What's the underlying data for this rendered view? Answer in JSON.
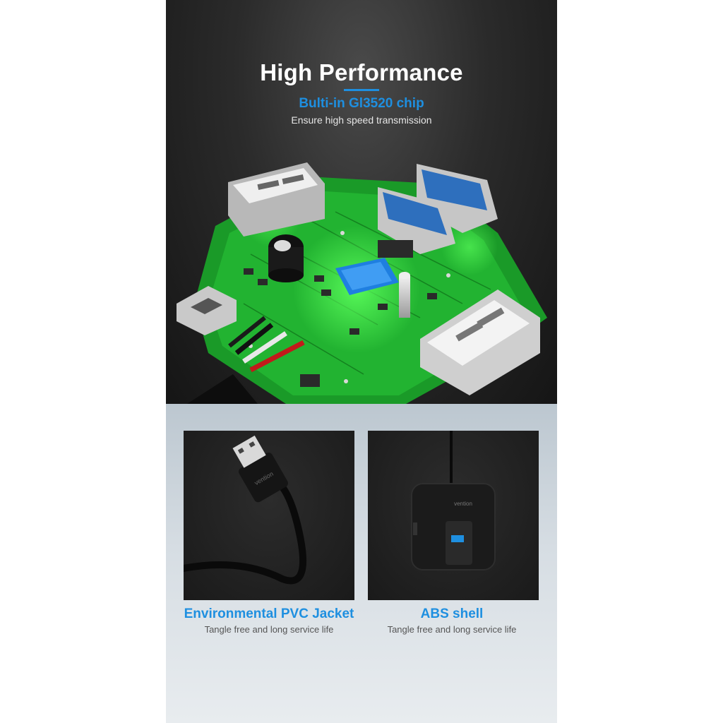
{
  "hero": {
    "title": "High Performance",
    "subtitle": "Bulti-in Gl3520 chip",
    "description": "Ensure high speed transmission"
  },
  "features": [
    {
      "title": "Environmental PVC Jacket",
      "description": "Tangle free and long service life"
    },
    {
      "title": "ABS shell",
      "description": "Tangle free and long service life"
    }
  ],
  "brand_mark": "vention",
  "colors": {
    "accent": "#1e8fe0",
    "board_green": "#1fa82c",
    "chip_blue": "#1f7fe0"
  }
}
